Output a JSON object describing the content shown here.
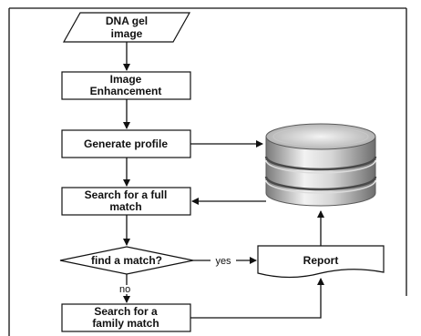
{
  "nodes": {
    "input": {
      "lines": [
        "DNA gel",
        "image"
      ]
    },
    "enhance": {
      "lines": [
        "Image",
        "Enhancement"
      ]
    },
    "profile": {
      "lines": [
        "Generate profile"
      ]
    },
    "full_match": {
      "lines": [
        "Search for a full",
        "match"
      ]
    },
    "decision": {
      "lines": [
        "find a match?"
      ]
    },
    "report": {
      "lines": [
        "Report"
      ]
    },
    "family_match": {
      "lines": [
        "Search for a",
        "family match"
      ]
    }
  },
  "edges": {
    "yes_label": "yes",
    "no_label": "no"
  },
  "icons": {
    "database": "database-cylinder-icon"
  },
  "colors": {
    "stroke": "#111111",
    "box_fill": "#ffffff",
    "db_light": "#eeeeee",
    "db_dark": "#8a8a8a"
  }
}
